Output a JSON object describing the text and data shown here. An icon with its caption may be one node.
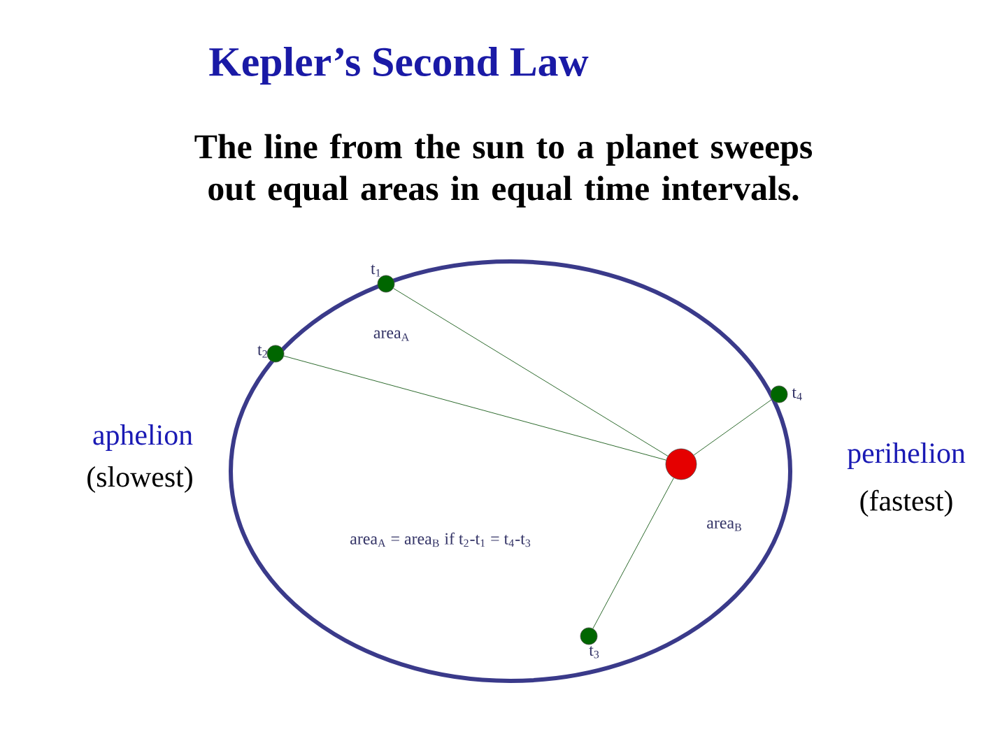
{
  "diagram": {
    "title": "Kepler’s Second Law",
    "nodes": [
      {
        "text": [],
        "shape": "circle"
      },
      {
        "text": [],
        "shape": "circle",
        "beside": [
          "t$_{1}$"
        ]
      },
      {
        "text": [],
        "shape": "circle",
        "beside": [
          "t$_{2}$"
        ]
      },
      {
        "text": [],
        "shape": "circle",
        "beside": [
          "t$_{4}$"
        ]
      },
      {
        "text": [],
        "shape": "circle",
        "beside": [
          "t$_{3}$"
        ]
      }
    ],
    "edges": [
      {
        "from": 0,
        "to": 1,
        "arrow": "none"
      },
      {
        "from": 0,
        "to": 2,
        "arrow": "none"
      },
      {
        "from": 0,
        "to": 3,
        "arrow": "none"
      },
      {
        "from": 0,
        "to": 4,
        "arrow": "none"
      }
    ],
    "labels": [
      "The line from the sun to a planet sweeps out equal areas in equal time intervals.",
      "area$_{A}$",
      "aphelion",
      "(slowest)",
      "perihelion",
      "(fastest)",
      "area$_{B}$",
      "area$_{A}$ = area$_{B}$ if t$_{2}$-t$_{1}$ = t$_{4}$-t$_{3}$"
    ]
  }
}
